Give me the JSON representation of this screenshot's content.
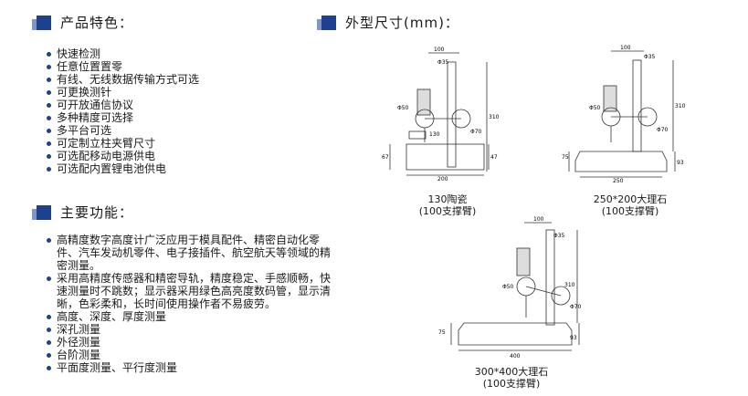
{
  "features": {
    "title": "产品特色：",
    "items": [
      "快速检测",
      "任意位置置零",
      "有线、无线数据传输方式可选",
      "可更换测针",
      "可开放通信协议",
      "多种精度可选择",
      "多平台可选",
      "可定制立柱夹臂尺寸",
      "可选配移动电源供电",
      "可选配内置锂电池供电"
    ]
  },
  "functions": {
    "title": "主要功能：",
    "items": [
      "高精度数字高度计广泛应用于模具配件、精密自动化零件、汽车发动机零件、电子接插件、航空航天等领域的精密测量。",
      "采用高精度传感器和精密导轨，精度稳定、手感顺畅，快速测量时不跳数；显示器采用绿色高亮度数码管，显示清晰，色彩柔和，长时间使用操作者不易疲劳。",
      "高度、深度、厚度测量",
      "深孔测量",
      "外径测量",
      "台阶测量",
      "平面度测量、平行度测量"
    ]
  },
  "dimensions": {
    "title": "外型尺寸(mm)：",
    "models": [
      {
        "caption_line1": "130陶瓷",
        "caption_line2": "(100支撑臂)",
        "labels": {
          "top": "100",
          "col": "Φ35",
          "probe": "Φ50",
          "height": "310",
          "arm": "Φ70",
          "base_w": "130",
          "left": "67",
          "right": "47",
          "width": "200"
        }
      },
      {
        "caption_line1": "250*200大理石",
        "caption_line2": "(100支撑臂)",
        "labels": {
          "top": "100",
          "col": "Φ35",
          "probe": "Φ50",
          "height": "310",
          "arm": "Φ70",
          "left": "75",
          "right": "93",
          "width": "250"
        }
      },
      {
        "caption_line1": "300*400大理石",
        "caption_line2": "(100支撑臂)",
        "labels": {
          "top": "100",
          "col": "Φ35",
          "probe": "Φ50",
          "height": "310",
          "arm": "Φ70",
          "left": "75",
          "right": "93",
          "width": "400"
        }
      }
    ]
  }
}
